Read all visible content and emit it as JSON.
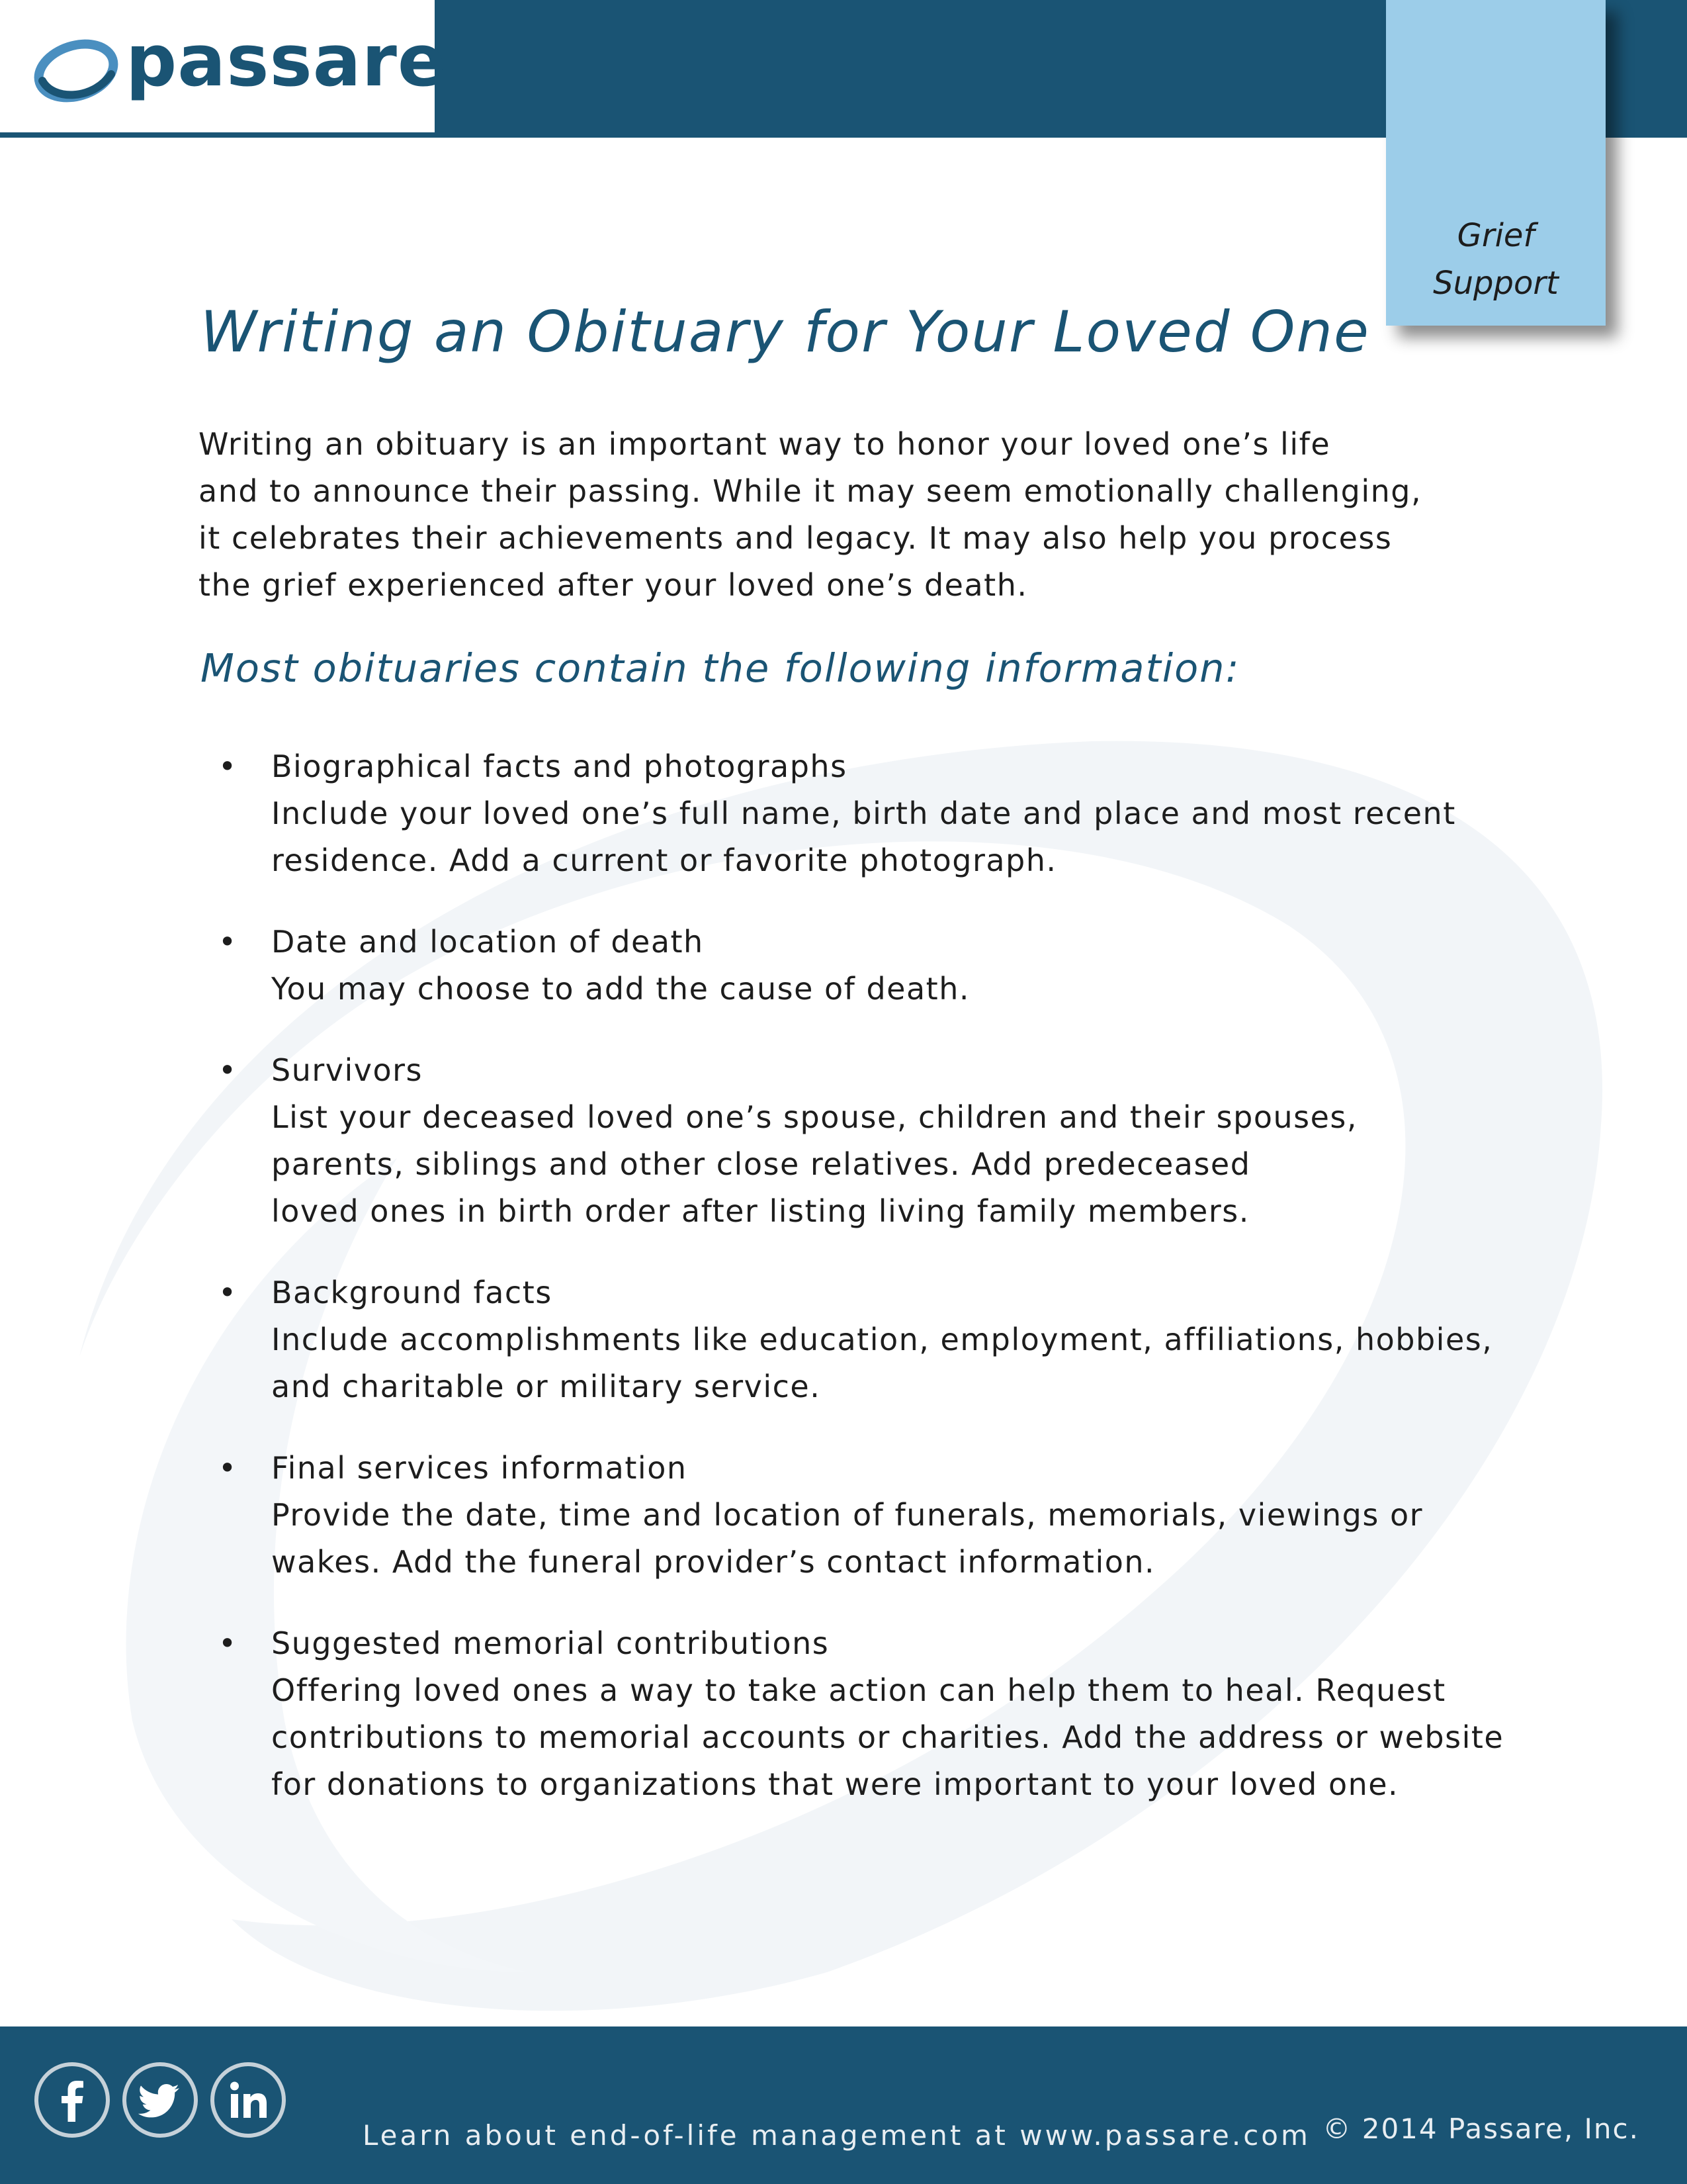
{
  "brand": {
    "name": "passare",
    "primary_color": "#1a5474",
    "tab_color": "#9ccde9"
  },
  "tab": {
    "line1": "Grief",
    "line2": "Support"
  },
  "title": "Writing an Obituary for Your Loved One",
  "intro_lines": [
    "Writing an obituary is an important way to honor your loved one’s life",
    "and to announce their passing.  While it may seem emotionally challenging,",
    "it celebrates their achievements and legacy.  It may also help you process",
    "the grief experienced after your loved one’s death."
  ],
  "subheading": "Most obituaries contain the following information:",
  "items": [
    {
      "heading": "Biographical facts and photographs",
      "lines": [
        "Include your loved one’s full name, birth date and place and most recent",
        "residence. Add a current or favorite photograph."
      ]
    },
    {
      "heading": "Date and location of death",
      "lines": [
        "You may choose to add the cause of death."
      ]
    },
    {
      "heading": "Survivors",
      "lines": [
        "List your deceased loved one’s spouse, children and their spouses,",
        "parents, siblings and other close relatives.  Add predeceased",
        "loved ones in birth order after listing living family members."
      ]
    },
    {
      "heading": "Background facts",
      "lines": [
        "Include accomplishments like education, employment, affiliations, hobbies,",
        "and charitable or military service."
      ]
    },
    {
      "heading": "Final services information",
      "lines": [
        "Provide the date, time and location of funerals, memorials, viewings or",
        "wakes.  Add the funeral provider’s contact information."
      ]
    },
    {
      "heading": "Suggested memorial contributions",
      "lines": [
        "Offering loved ones a way to take action can help them to heal.  Request",
        "contributions to memorial accounts or charities.  Add the address or website",
        "for donations to organizations that were important to your loved one."
      ]
    }
  ],
  "footer": {
    "social_icons": [
      "facebook-icon",
      "twitter-icon",
      "linkedin-icon"
    ],
    "cta": "Learn about end-of-life management at www.passare.com",
    "copyright": "© 2014 Passare, Inc."
  }
}
